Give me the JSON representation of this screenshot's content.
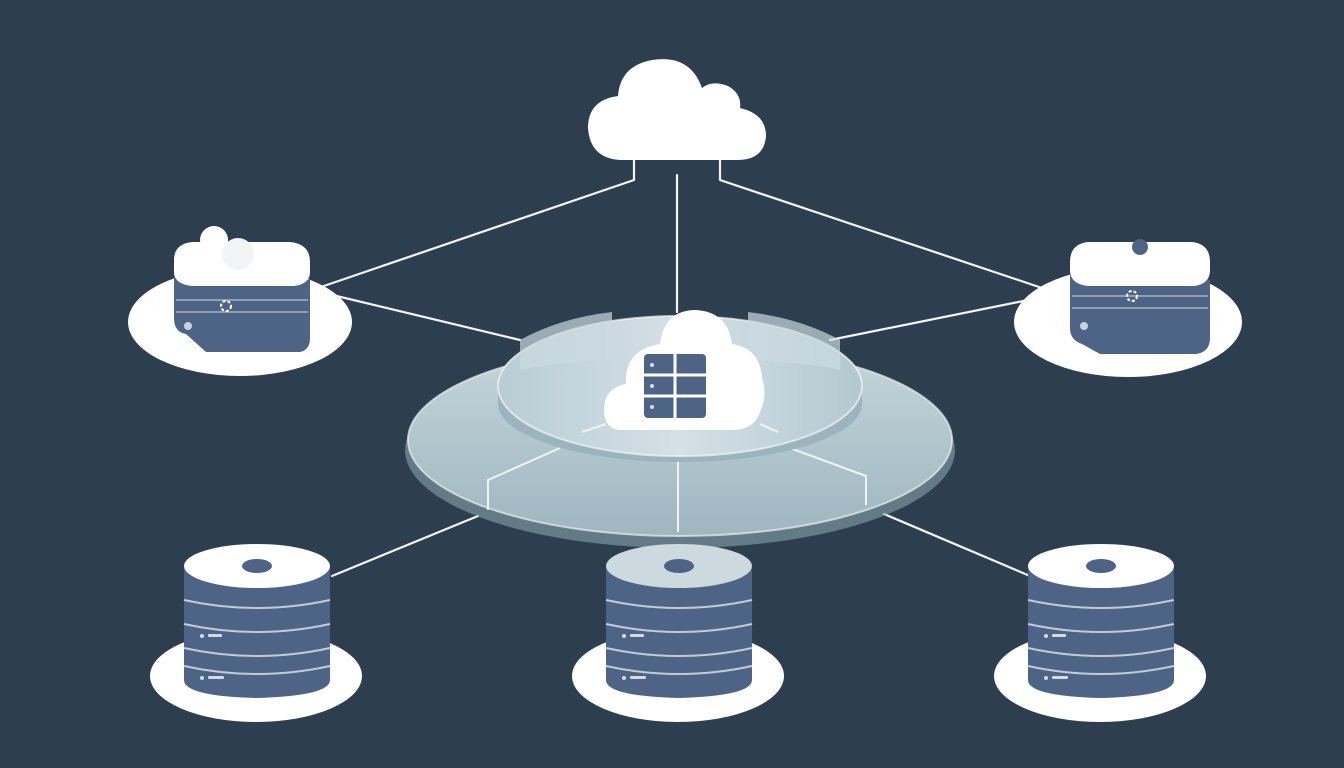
{
  "diagram": {
    "colors": {
      "background": "#2d3e4e",
      "line": "#f2f5f7",
      "cloud": "#ffffff",
      "platform": "#b3c8d0",
      "device": "#4e6486",
      "device_top": "#ffffff",
      "status_dot": "#c9d2dc"
    },
    "nodes": [
      {
        "id": "top-cloud",
        "kind": "cloud",
        "icon": "cloud-icon"
      },
      {
        "id": "hub",
        "kind": "platform",
        "icon": "cloud-server-icon"
      },
      {
        "id": "router-left",
        "kind": "router",
        "icon": "router-icon"
      },
      {
        "id": "router-right",
        "kind": "router",
        "icon": "router-icon"
      },
      {
        "id": "db-left",
        "kind": "database",
        "icon": "database-server-icon"
      },
      {
        "id": "db-center",
        "kind": "database",
        "icon": "database-server-icon"
      },
      {
        "id": "db-right",
        "kind": "database",
        "icon": "database-server-icon"
      }
    ],
    "links": [
      {
        "from": "top-cloud",
        "to": "router-left"
      },
      {
        "from": "top-cloud",
        "to": "router-right"
      },
      {
        "from": "top-cloud",
        "to": "hub"
      },
      {
        "from": "router-left",
        "to": "hub"
      },
      {
        "from": "router-right",
        "to": "hub"
      },
      {
        "from": "hub",
        "to": "db-left"
      },
      {
        "from": "hub",
        "to": "db-center"
      },
      {
        "from": "hub",
        "to": "db-right"
      }
    ]
  }
}
